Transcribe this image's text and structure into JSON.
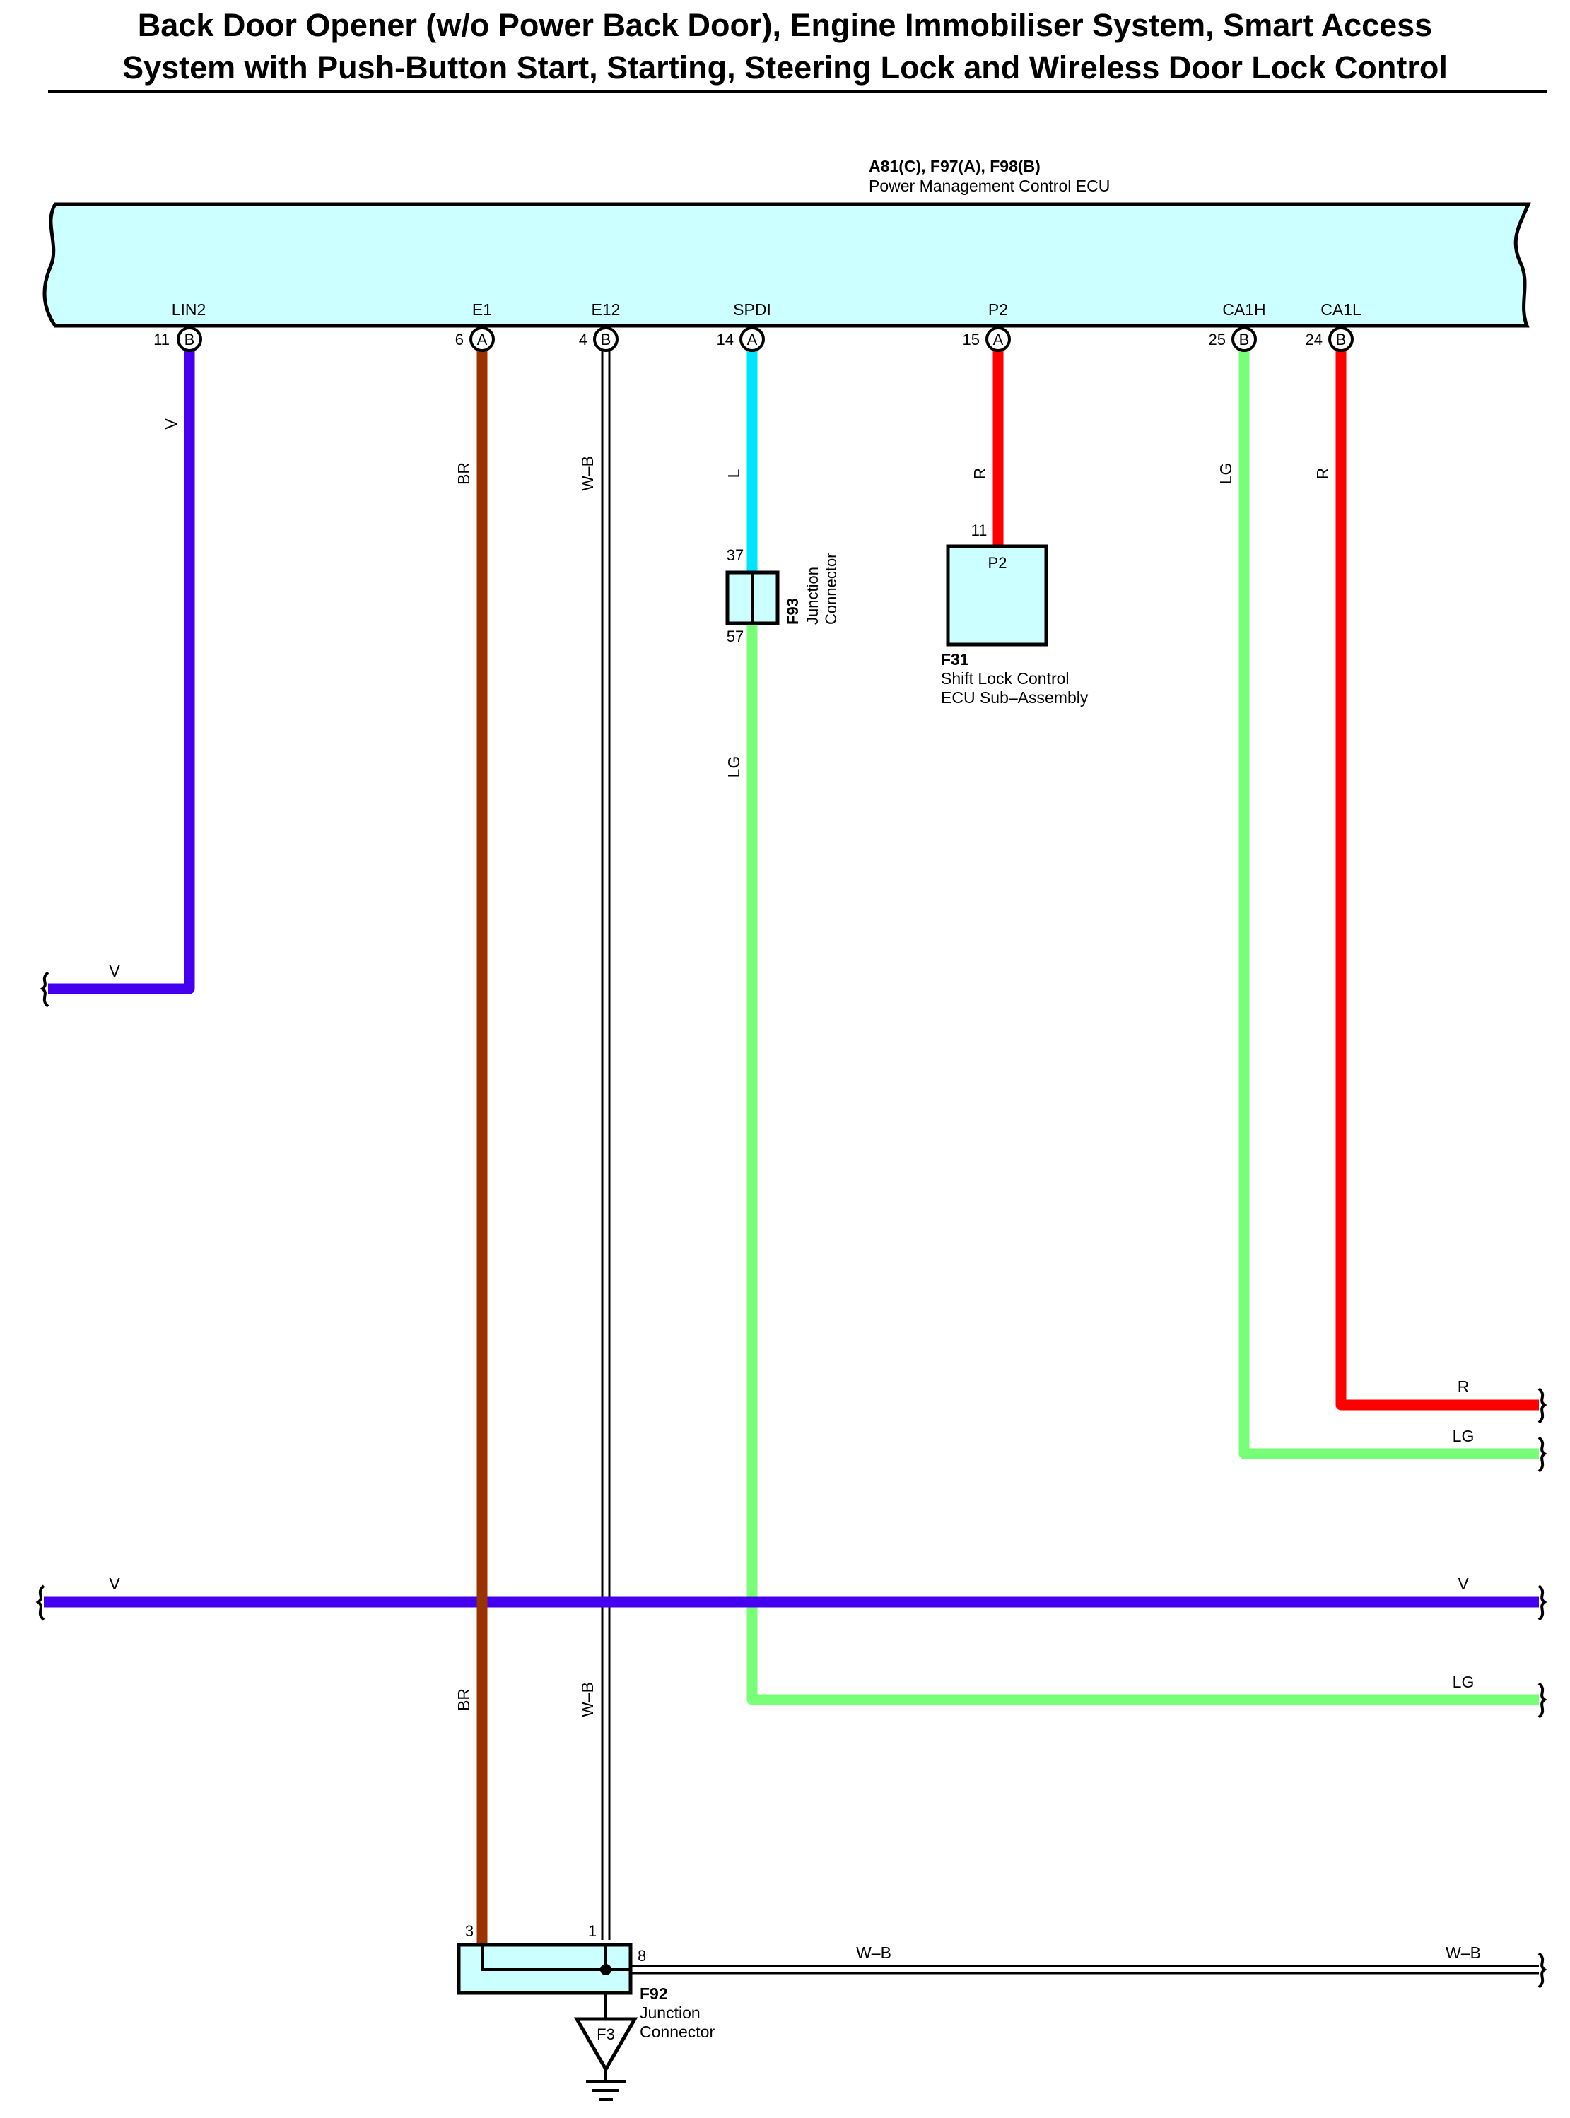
{
  "title": {
    "line1": "Back Door Opener (w/o Power Back Door), Engine Immobiliser System, Smart Access",
    "line2": "System with Push-Button Start, Starting, Steering Lock and Wireless Door Lock Control"
  },
  "colors": {
    "ecu_fill": "#ccffff",
    "V": "#4400ee",
    "BR": "#993300",
    "W-B": "#ffffff",
    "L": "#00e5ff",
    "R": "#ff0000",
    "LG": "#77ff77"
  },
  "ecu": {
    "connectors": "A81(C), F97(A), F98(B)",
    "name": "Power Management Control ECU",
    "pins": [
      {
        "signal": "LIN2",
        "pin": "11",
        "conn": "B"
      },
      {
        "signal": "E1",
        "pin": "6",
        "conn": "A"
      },
      {
        "signal": "E12",
        "pin": "4",
        "conn": "B"
      },
      {
        "signal": "SPDI",
        "pin": "14",
        "conn": "A"
      },
      {
        "signal": "P2",
        "pin": "15",
        "conn": "A"
      },
      {
        "signal": "CA1H",
        "pin": "25",
        "conn": "B"
      },
      {
        "signal": "CA1L",
        "pin": "24",
        "conn": "B"
      }
    ]
  },
  "wires": {
    "lin2_upper": "V",
    "lin2_horizontal": "V",
    "e1_upper": "BR",
    "e1_lower": "BR",
    "e12_upper": "W–B",
    "e12_lower": "W–B",
    "spdi_upper": "L",
    "spdi_lower": "LG",
    "p2": "R",
    "ca1h_vertical": "LG",
    "ca1h_horizontal": "LG",
    "ca1l_vertical": "R",
    "ca1l_horizontal": "R",
    "v_bus_left": "V",
    "v_bus_right": "V",
    "lg_bus_right": "LG",
    "wb_out_mid": "W–B",
    "wb_out_right": "W–B"
  },
  "f93": {
    "code": "F93",
    "name_line1": "Junction",
    "name_line2": "Connector",
    "pin_in": "37",
    "pin_out": "57"
  },
  "f31": {
    "code": "F31",
    "pin": "11",
    "inner_label": "P2",
    "name_line1": "Shift Lock Control",
    "name_line2": "ECU Sub–Assembly"
  },
  "f92": {
    "code": "F92",
    "name_line1": "Junction",
    "name_line2": "Connector",
    "pin_br": "3",
    "pin_wb": "1",
    "pin_out": "8"
  },
  "ground": {
    "label": "F3"
  }
}
